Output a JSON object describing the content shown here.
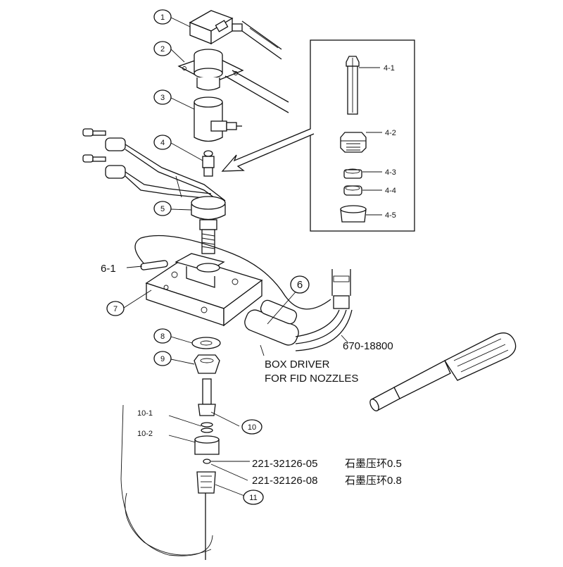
{
  "callouts": {
    "c1": "1",
    "c2": "2",
    "c3": "3",
    "c4": "4",
    "c5": "5",
    "c6": "6",
    "c7": "7",
    "c8": "8",
    "c9": "9",
    "c10": "10",
    "c11": "11",
    "c10_1": "10-1",
    "c10_2": "10-2",
    "c6_1": "6-1"
  },
  "inset_labels": [
    "4-1",
    "4-2",
    "4-3",
    "4-4",
    "4-5"
  ],
  "tool": {
    "part_number": "670-18800",
    "name_line1": "BOX DRIVER",
    "name_line2": "FOR FID NOZZLES"
  },
  "ferrules": [
    {
      "part": "221-32126-05",
      "desc": "石墨压环0.5"
    },
    {
      "part": "221-32126-08",
      "desc": "石墨压环0.8"
    }
  ]
}
